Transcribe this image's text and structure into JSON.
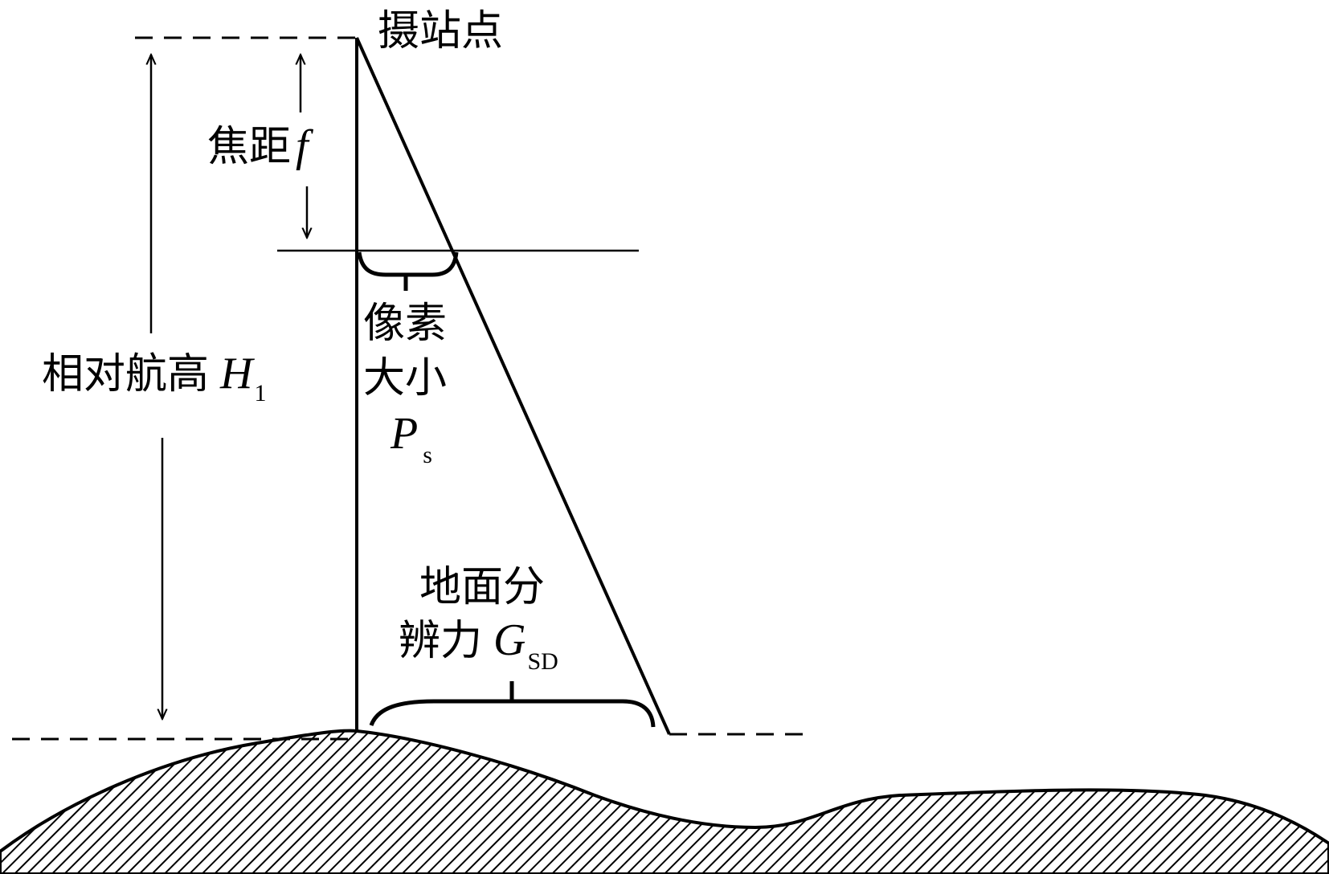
{
  "labels": {
    "station": "摄站点",
    "focal_text": "焦距",
    "focal_symbol": "f",
    "height_text": "相对航高",
    "height_symbol": "H",
    "height_sub": "1",
    "pixel_line1": "像素",
    "pixel_line2": "大小",
    "pixel_symbol": "P",
    "pixel_sub": "s",
    "gsd_line1": "地面分",
    "gsd_line2": "辨力",
    "gsd_symbol": "G",
    "gsd_sub": "SD"
  },
  "colors": {
    "line": "#000000",
    "background": "#ffffff"
  }
}
